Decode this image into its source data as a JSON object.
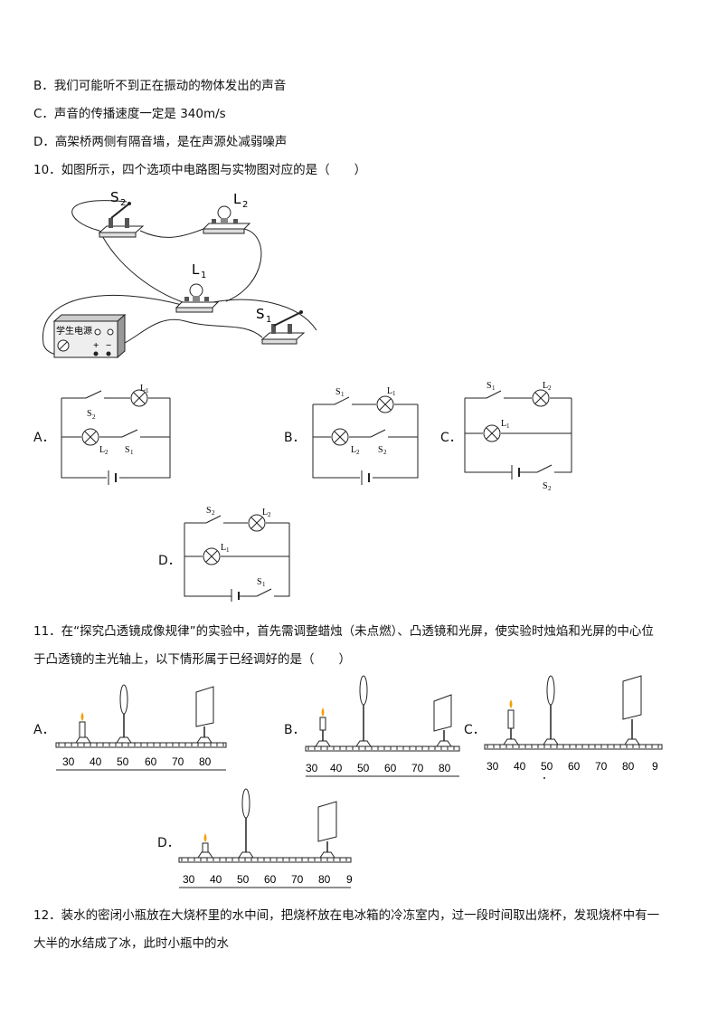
{
  "lines": {
    "b": "B．我们可能听不到正在振动的物体发出的声音",
    "c": "C．声音的传播速度一定是 340m/s",
    "d": "D．高架桥两侧有隔音墙，是在声源处减弱噪声",
    "q10": "10．如图所示，四个选项中电路图与实物图对应的是（　　）",
    "q11a": "11．在“探究凸透镜成像规律”的实验中，首先需调整蜡烛（未点燃）、凸透镜和光屏，使实验时烛焰和光屏的中心位",
    "q11b": "于凸透镜的主光轴上，以下情形属于已经调好的是（　　）",
    "q12a": "12．装水的密闭小瓶放在大烧杯里的水中间，把烧杯放在电冰箱的冷冻室内，过一段时间取出烧杯，发现烧杯中有一",
    "q12b": "大半的水结成了冰，此时小瓶中的水"
  },
  "q10_figure": {
    "labels": {
      "s2": "S",
      "s2_sub": "2",
      "l2": "L",
      "l2_sub": "2",
      "l1": "L",
      "l1_sub": "1",
      "s1": "S",
      "s1_sub": "1"
    },
    "power_supply_label": "学生电源",
    "plus": "+",
    "minus": "−"
  },
  "q10_options": {
    "a": "A．",
    "b": "B．",
    "c": "C．",
    "d": "D．",
    "l1": "L",
    "l1s": "1",
    "l2": "L",
    "l2s": "2",
    "s1": "S",
    "s1s": "1",
    "s2": "S",
    "s2s": "2"
  },
  "q11_options": {
    "a": "A．",
    "b": "B．",
    "c": "C．",
    "d": "D．",
    "ruler_a": [
      "30",
      "40",
      "50",
      "60",
      "70",
      "80"
    ],
    "ruler_b": [
      "30",
      "40",
      "50",
      "60",
      "70",
      "80"
    ],
    "ruler_c": [
      "30",
      "40",
      "50",
      "60",
      "70",
      "80",
      "9"
    ],
    "ruler_d": [
      "30",
      "40",
      "50",
      "60",
      "70",
      "80",
      "9"
    ]
  }
}
